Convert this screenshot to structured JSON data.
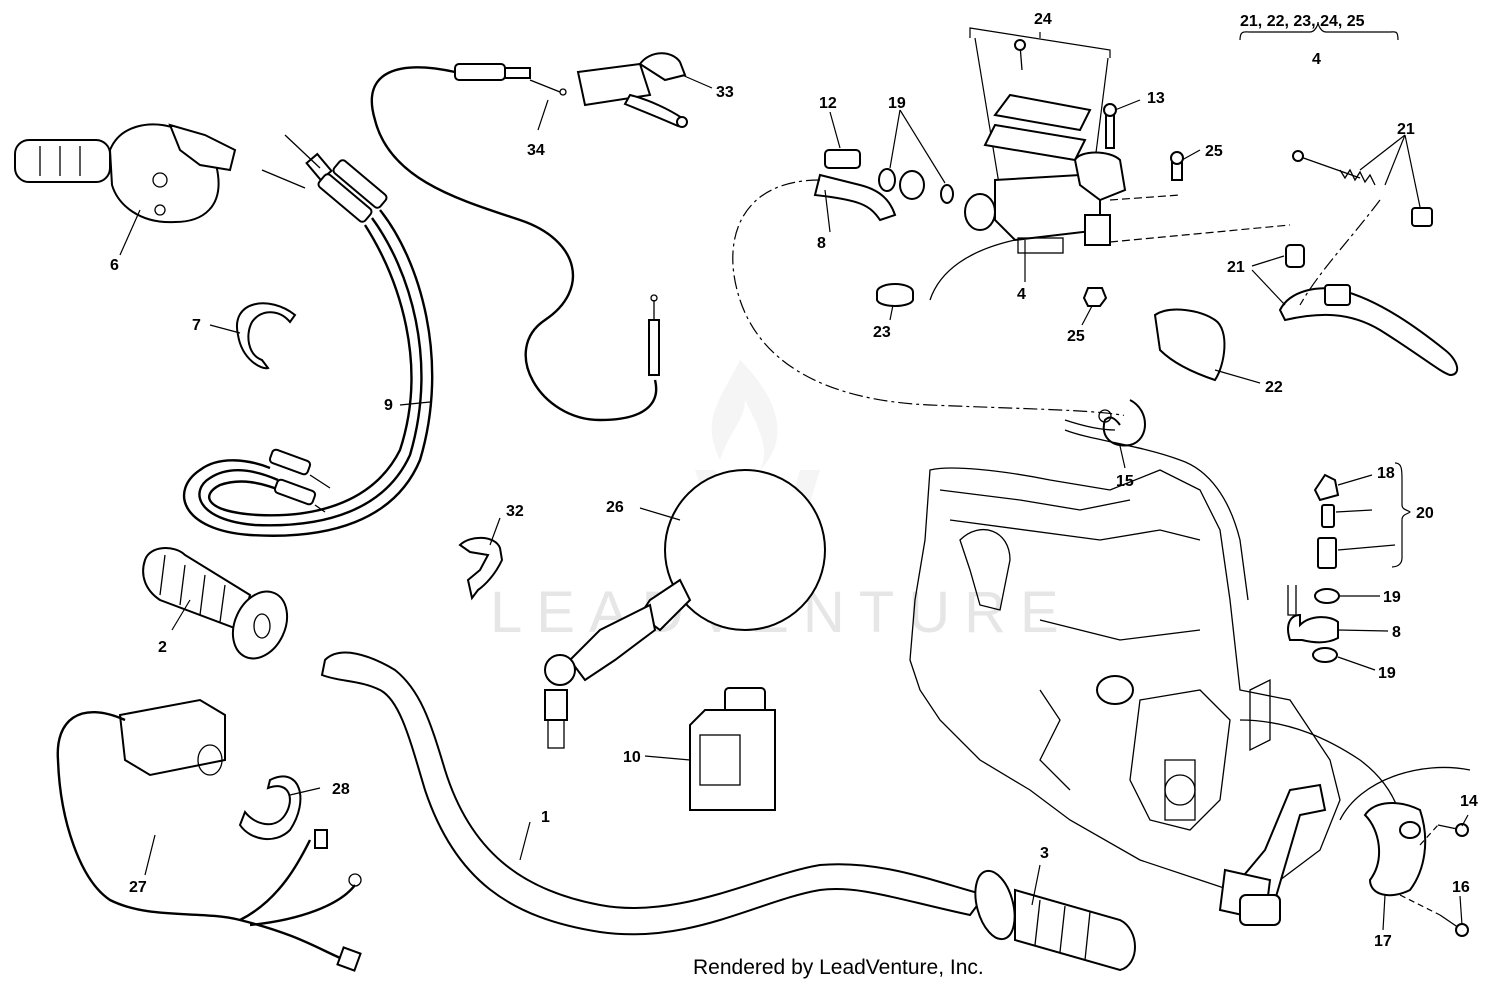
{
  "diagram": {
    "footer": "Rendered by LeadVenture, Inc.",
    "watermark": "LEADVENTURE",
    "callouts": {
      "c1": "1",
      "c2": "2",
      "c3": "3",
      "c4a": "4",
      "c4b": "4",
      "c6": "6",
      "c7": "7",
      "c8a": "8",
      "c8b": "8",
      "c9": "9",
      "c10": "10",
      "c12": "12",
      "c13": "13",
      "c14": "14",
      "c15": "15",
      "c16": "16",
      "c17": "17",
      "c18": "18",
      "c19a": "19",
      "c19b": "19",
      "c19c": "19",
      "c20": "20",
      "c21a": "21",
      "c21b": "21",
      "c22": "22",
      "c23": "23",
      "c24": "24",
      "c25a": "25",
      "c25b": "25",
      "c26": "26",
      "c27": "27",
      "c28": "28",
      "c32": "32",
      "c33": "33",
      "c34": "34",
      "kit": "21, 22, 23, 24, 25"
    }
  }
}
